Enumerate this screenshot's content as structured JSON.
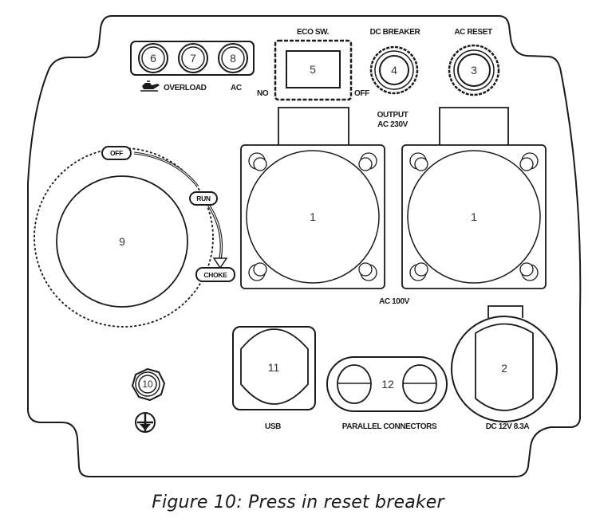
{
  "figure": {
    "caption": "Figure 10: Press in reset breaker",
    "colors": {
      "line": "#1a1a1a",
      "background": "#ffffff",
      "label_text": "#333333"
    }
  },
  "panel": {
    "indicators": {
      "items": [
        {
          "number": "6",
          "name": "oil-warning-indicator"
        },
        {
          "number": "7",
          "name": "overload-indicator"
        },
        {
          "number": "8",
          "name": "ac-indicator"
        }
      ],
      "labels": {
        "oil": "oil-can-icon",
        "overload": "OVERLOAD",
        "ac": "AC"
      }
    },
    "eco_switch": {
      "number": "5",
      "title": "ECO SW.",
      "on_label": "NO",
      "off_label": "OFF"
    },
    "dc_breaker": {
      "number": "4",
      "title": "DC BREAKER"
    },
    "ac_reset": {
      "number": "3",
      "title": "AC RESET"
    },
    "output_label": {
      "line1": "OUTPUT",
      "line2": "AC 230V"
    },
    "ac_outlets": {
      "left_number": "1",
      "right_number": "1",
      "label": "AC 100V"
    },
    "engine_switch": {
      "number": "9",
      "positions": [
        "OFF",
        "RUN",
        "CHOKE"
      ]
    },
    "ground_terminal": {
      "number": "10",
      "symbol": "ground-icon"
    },
    "usb": {
      "number": "11",
      "label": "USB"
    },
    "parallel": {
      "number": "12",
      "label": "PARALLEL CONNECTORS"
    },
    "dc_outlet": {
      "number": "2",
      "label": "DC 12V 8.3A"
    }
  }
}
